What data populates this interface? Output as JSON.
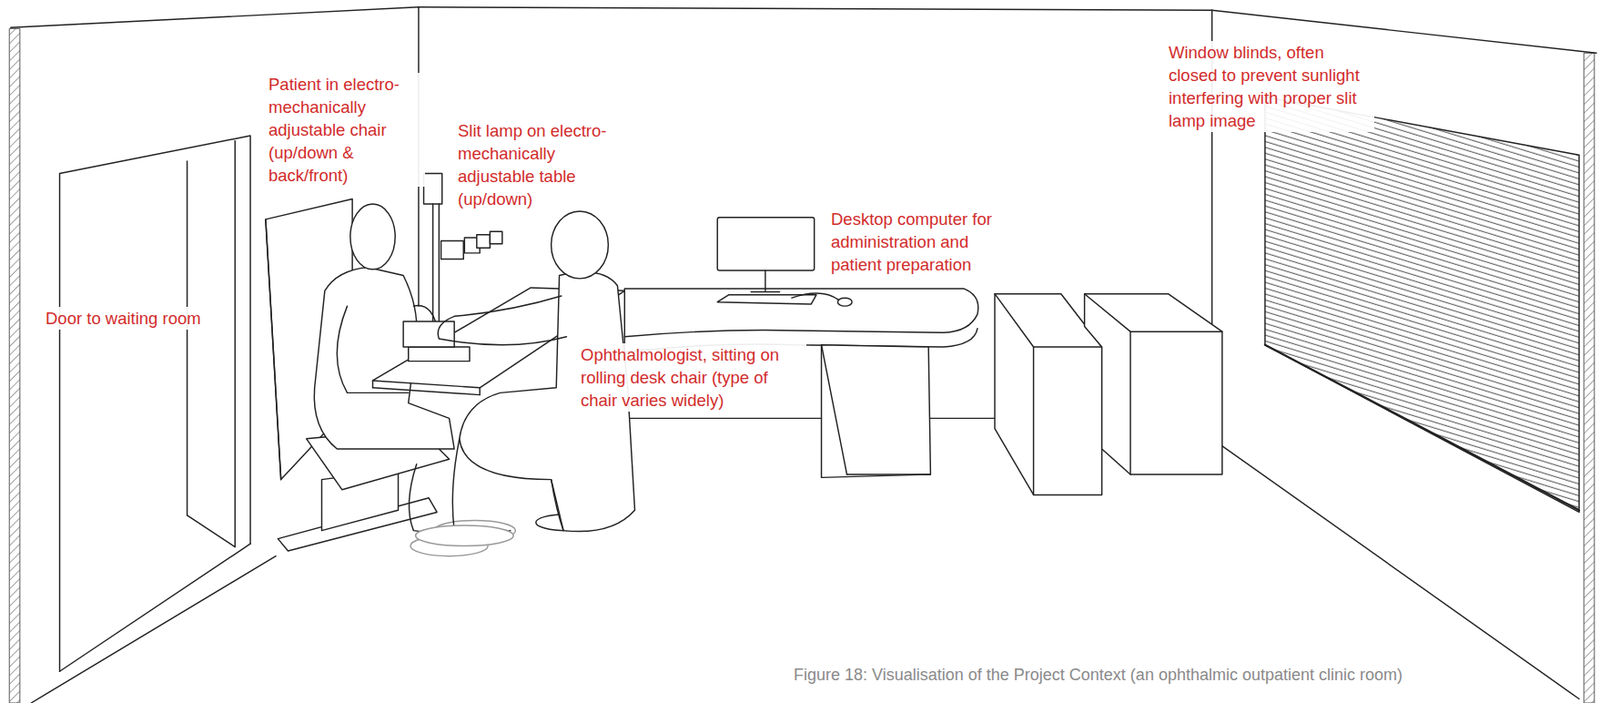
{
  "diagram": {
    "caption": "Figure 18: Visualisation of the Project Context (an ophthalmic outpatient clinic room)",
    "labels": [
      "Patient in electro-mechanically adjustable chair (up/down & back/front)",
      "Slit lamp on electro-mechanically adjustable table (up/down)",
      "Window blinds, often closed to prevent sunlight interfering with proper slit lamp image",
      "Desktop computer for administration and patient preparation",
      "Door to waiting room",
      "Ophthalmologist, sitting on rolling desk chair (type of chair varies widely)"
    ]
  }
}
